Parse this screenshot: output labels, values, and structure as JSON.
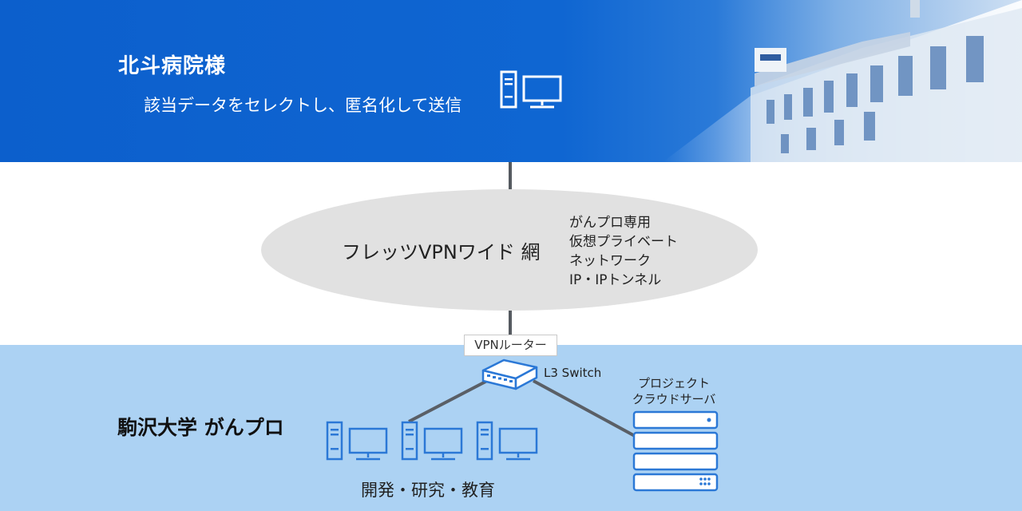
{
  "hospital": {
    "name": "北斗病院様",
    "description": "該当データをセレクトし、匿名化して送信"
  },
  "network": {
    "name": "フレッツVPNワイド 網",
    "details": [
      "がんプロ専用",
      "仮想プライベート",
      "ネットワーク",
      "IP・IPトンネル"
    ]
  },
  "router": {
    "label": "VPNルーター"
  },
  "switch": {
    "label": "L3  Switch"
  },
  "server": {
    "label_lines": [
      "プロジェクト",
      "クラウドサーバ"
    ]
  },
  "university": {
    "name": "駒沢大学 がんプロ",
    "computers_caption": "開発・研究・教育"
  },
  "colors": {
    "top_band": "#0f66d2",
    "bottom_band": "#acd2f3",
    "icon_blue": "#2b78d6",
    "network_ellipse": "#e1e1e1",
    "connector": "#555a60"
  },
  "icons": {
    "hospital_pc": "desktop-computer-icon",
    "switch": "network-switch-icon",
    "server": "server-rack-icon",
    "computers": "desktop-computer-icon"
  }
}
